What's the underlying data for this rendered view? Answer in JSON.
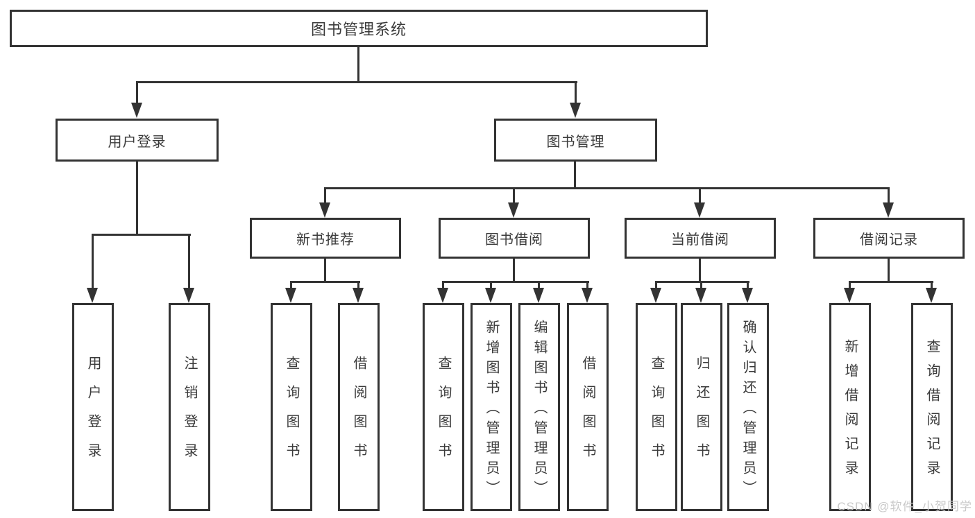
{
  "diagram": {
    "background_color": "#ffffff",
    "line_color": "#333333",
    "text_color": "#3a3a3a",
    "watermark_color": "#c9c9c9",
    "watermark": "CSDN @软件_小贺同学",
    "nodes": {
      "root": {
        "label": "图书管理系统"
      },
      "user_login": {
        "label": "用户登录",
        "children": {
          "login": {
            "label": "用户登录"
          },
          "logout": {
            "label": "注销登录"
          }
        }
      },
      "book_mgmt": {
        "label": "图书管理",
        "children": {
          "new_rec": {
            "label": "新书推荐",
            "children": {
              "query_books": {
                "label": "查询图书"
              },
              "borrow_books": {
                "label": "借阅图书"
              }
            }
          },
          "book_borrow": {
            "label": "图书借阅",
            "children": {
              "query_books": {
                "label": "查询图书"
              },
              "add_books": {
                "label": "新增图书（管理员）"
              },
              "edit_books": {
                "label": "编辑图书（管理员）"
              },
              "borrow_books": {
                "label": "借阅图书"
              }
            }
          },
          "current_borrow": {
            "label": "当前借阅",
            "children": {
              "query_books": {
                "label": "查询图书"
              },
              "return_books": {
                "label": "归还图书"
              },
              "confirm_return": {
                "label": "确认归还（管理员）"
              }
            }
          },
          "borrow_record": {
            "label": "借阅记录",
            "children": {
              "add_record": {
                "label": "新增借阅记录"
              },
              "query_record": {
                "label": "查询借阅记录"
              }
            }
          }
        }
      }
    }
  }
}
